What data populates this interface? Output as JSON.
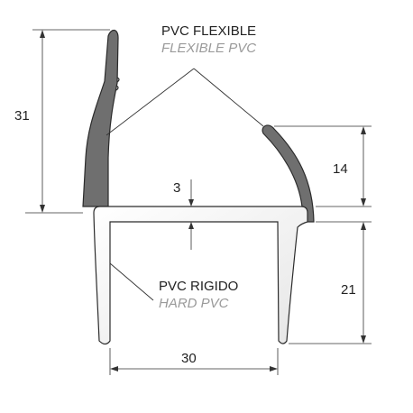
{
  "labels": {
    "flexible_main": "PVC FLEXIBLE",
    "flexible_sub": "FLEXIBLE PVC",
    "rigid_main": "PVC RIGIDO",
    "rigid_sub": "HARD PVC"
  },
  "dimensions": {
    "height_lip_left": "31",
    "thickness_top": "3",
    "height_lip_right": "14",
    "height_leg": "21",
    "width_inner": "30"
  },
  "colors": {
    "flexible_fill": "#6f6f6f",
    "rigid_fill": "#f2f2f2",
    "outline": "#2b2b2b",
    "dimension_line": "#333333"
  }
}
